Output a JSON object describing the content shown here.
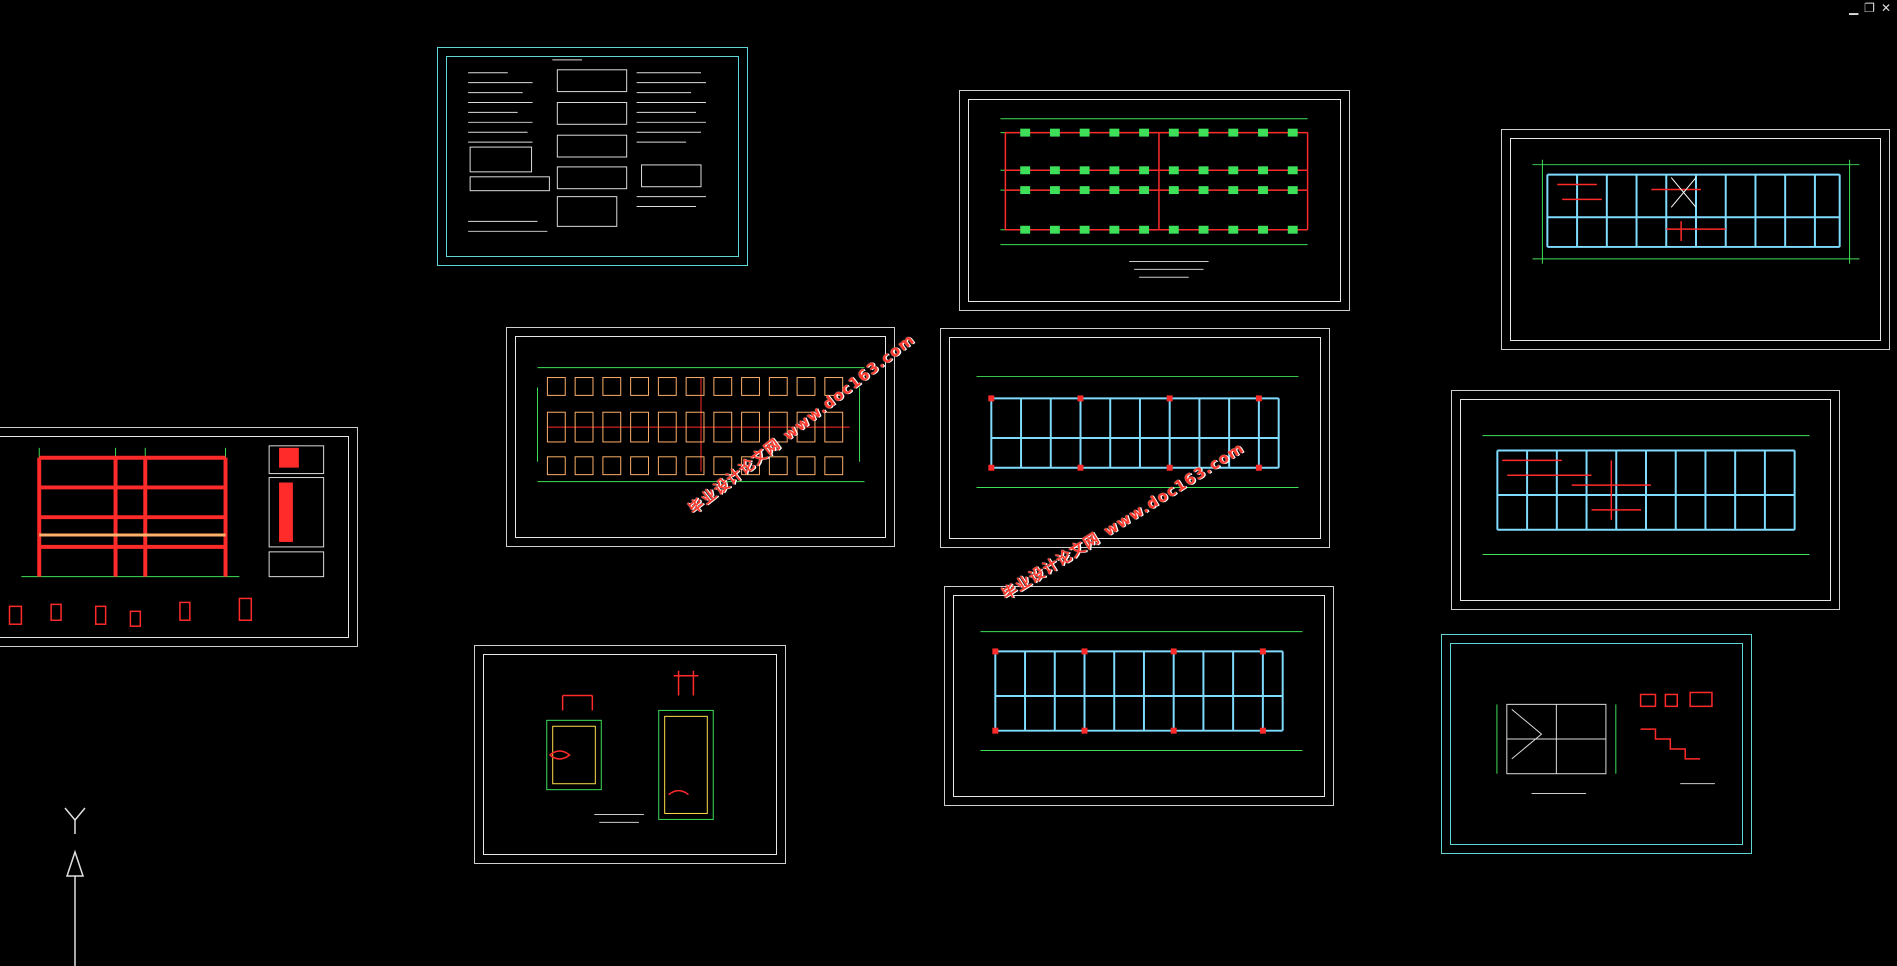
{
  "window": {
    "controls": {
      "minimize": "▁",
      "restore": "❐",
      "close": "✕"
    }
  },
  "watermarks": [
    {
      "brand": "毕业设计论文网",
      "url": "www.doc163.com"
    },
    {
      "brand": "毕业设计论文网",
      "url": "www.doc163.com"
    }
  ],
  "ucs": {
    "y_label": "Y"
  },
  "colors": {
    "background": "#000000",
    "frame": "#cfcfcf",
    "frame_cyan": "#5fd6d6",
    "grid_green": "#3ee05a",
    "beam_red": "#ff2b2b",
    "column_cyan": "#7fdcff",
    "watermark": "#ff3b2f"
  }
}
